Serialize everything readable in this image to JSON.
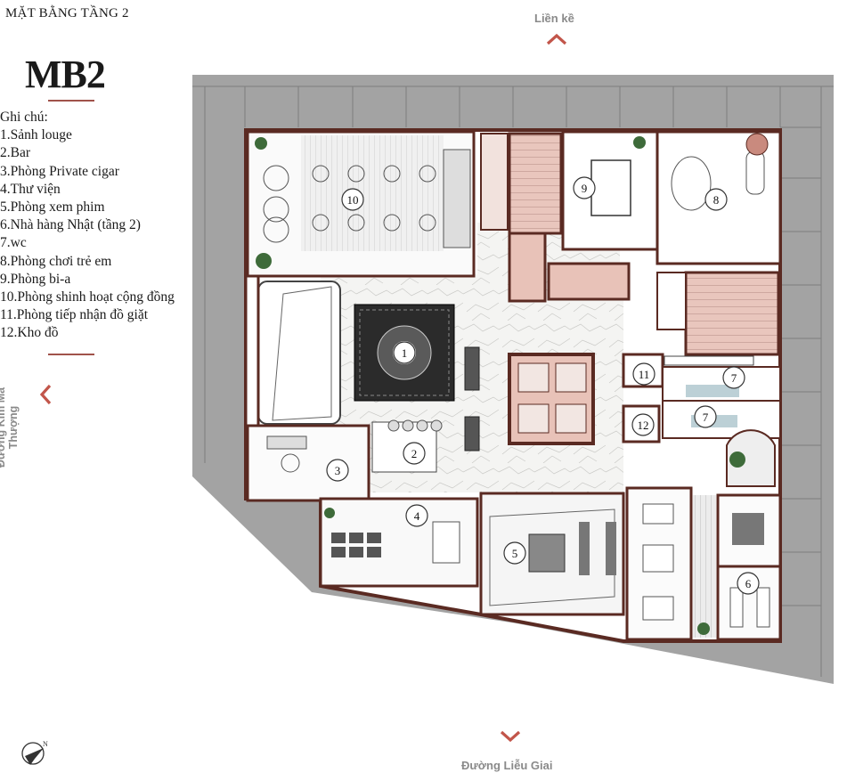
{
  "header": {
    "floor_title": "MẶT BẰNG TẦNG 2",
    "plan_code": "MB2"
  },
  "legend": {
    "heading": "Ghi chú:",
    "items": [
      "1.Sảnh louge",
      "2.Bar",
      "3.Phòng Private cigar",
      "4.Thư viện",
      "5.Phòng xem phim",
      "6.Nhà hàng Nhật (tầng 2)",
      "7.wc",
      "8.Phòng chơi trẻ em",
      "9.Phòng bi-a",
      "10.Phòng shinh hoạt cộng đồng",
      "11.Phòng tiếp nhận đồ giặt",
      "12.Kho đồ"
    ]
  },
  "directions": {
    "top": "Liền kề",
    "left": "Đường Kim Mã Thượng",
    "bottom": "Đường Liễu Giai"
  },
  "rooms": [
    "1",
    "2",
    "3",
    "4",
    "5",
    "6",
    "7",
    "7",
    "8",
    "9",
    "10",
    "11",
    "12"
  ],
  "colors": {
    "accent": "#c2554a",
    "wall": "#5a2a22",
    "pink": "#e8c2b8",
    "grey": "#9a9a9a"
  },
  "icons": [
    "chevron-up-icon",
    "chevron-left-icon",
    "chevron-down-icon",
    "north-compass-icon"
  ]
}
